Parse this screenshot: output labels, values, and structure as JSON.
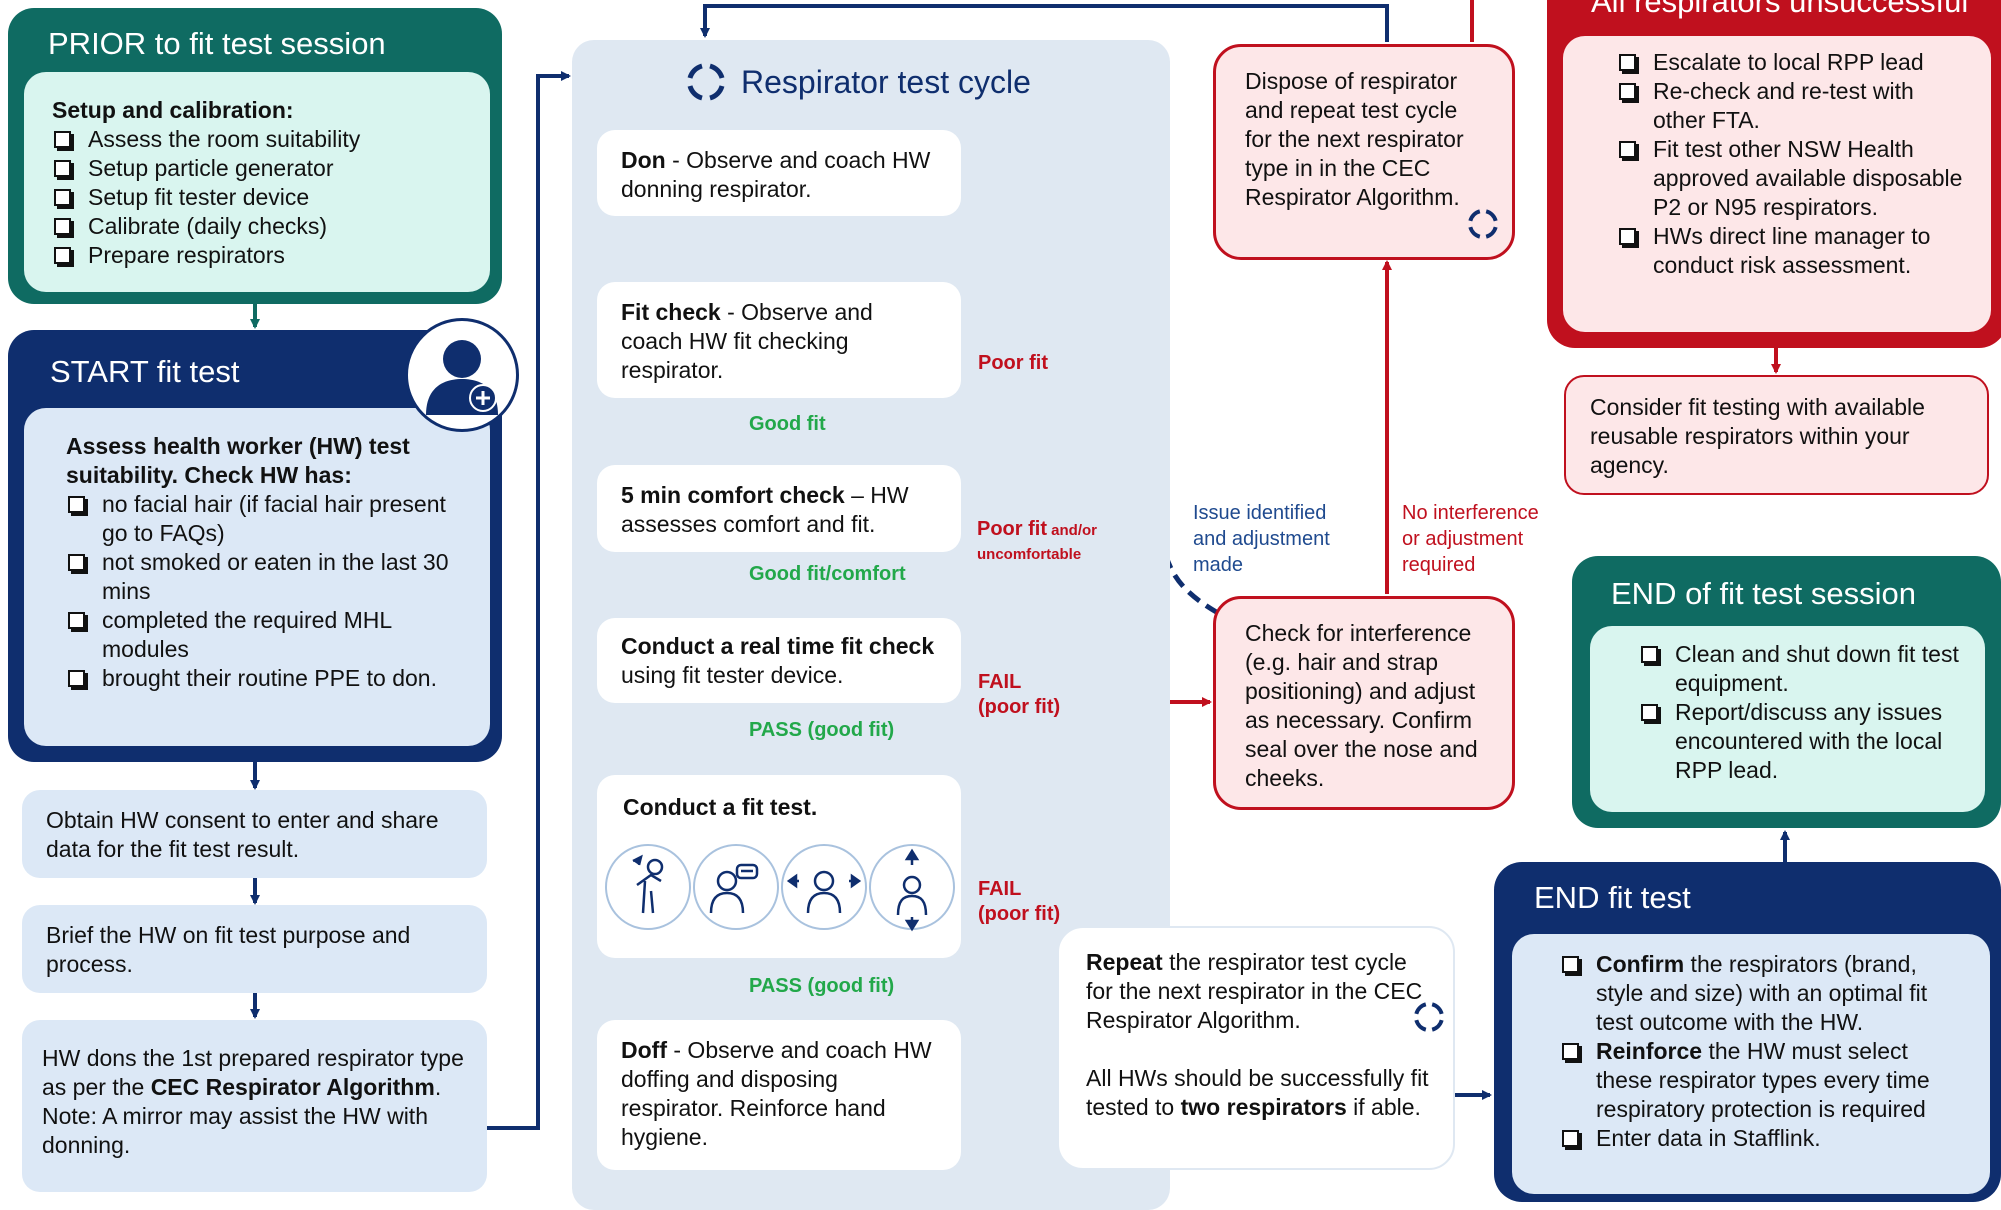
{
  "prior": {
    "title": "PRIOR to fit test session",
    "subtitle": "Setup and calibration:",
    "items": [
      "Assess the room suitability",
      "Setup particle generator",
      "Setup fit tester device",
      "Calibrate (daily checks)",
      "Prepare respirators"
    ]
  },
  "start": {
    "title": "START fit test",
    "heading": "Assess health worker (HW) test suitability. Check HW has:",
    "items": [
      "no facial hair (if facial hair present go to FAQs)",
      "not smoked or eaten in the last 30 mins",
      "completed the required MHL modules",
      "brought their routine PPE to don."
    ]
  },
  "left_steps": {
    "consent": "Obtain HW consent to enter and share data for the fit test result.",
    "brief": "Brief the HW on fit test purpose and process.",
    "dons_pre": "HW dons the 1st prepared respirator type as per the ",
    "dons_bold": "CEC Respirator Algorithm",
    "dons_post": ". Note: A mirror may assist the HW with donning."
  },
  "cycle": {
    "title": "Respirator test cycle",
    "don_bold": "Don",
    "don_text": " - Observe and coach HW donning respirator.",
    "fitcheck_bold": "Fit check",
    "fitcheck_text": " - Observe and coach HW fit checking respirator.",
    "comfort_bold": "5 min comfort check",
    "comfort_text": " – HW assesses comfort and fit.",
    "realtime_bold": "Conduct a real time fit check",
    "realtime_text": " using fit tester device.",
    "fittest": "Conduct a fit test.",
    "doff_bold": "Doff",
    "doff_text": " - Observe and coach HW doffing and disposing respirator. Reinforce hand hygiene."
  },
  "labels": {
    "good_fit": "Good fit",
    "good_fit_comfort": "Good fit/comfort",
    "pass1": "PASS (good fit)",
    "pass2": "PASS (good fit)",
    "poor_fit": "Poor fit",
    "poor_fit2": "Poor fit",
    "and_or": " and/or",
    "uncomfortable": "uncomfortable",
    "fail1_a": "FAIL",
    "fail1_b": "(poor fit)",
    "fail2_a": "FAIL",
    "fail2_b": "(poor fit)",
    "issue": "Issue identified and adjustment made",
    "nointerf": "No interference or adjustment required"
  },
  "dispose": {
    "text": "Dispose of respirator and repeat test cycle for the next respirator type in in the CEC Respirator Algorithm."
  },
  "interference": {
    "text": "Check for interference (e.g. hair and strap positioning) and adjust as necessary. Confirm seal over the nose and cheeks."
  },
  "repeat": {
    "bold1": "Repeat",
    "text1": " the respirator test cycle for the next respirator in the CEC Respirator Algorithm.",
    "text2a": "All HWs should be successfully fit tested to ",
    "bold2": "two respirators",
    "text2b": " if able."
  },
  "unsuccessful": {
    "title": "All respirators unsuccessful",
    "items": [
      "Escalate to local RPP lead",
      "Re-check and re-test with other FTA.",
      "Fit test other NSW Health approved available disposable P2 or N95 respirators.",
      "HWs direct line manager to conduct risk assessment."
    ]
  },
  "consider": {
    "text": "Consider fit testing with available reusable respirators within your agency."
  },
  "end_session": {
    "title": "END of fit test session",
    "items": [
      "Clean and shut down fit test equipment.",
      "Report/discuss any issues encountered with the local RPP lead."
    ]
  },
  "end_fit": {
    "title": "END fit test",
    "i1_bold": "Confirm",
    "i1_text": " the respirators (brand, style and size) with an optimal fit test outcome with the HW.",
    "i2_bold": "Reinforce",
    "i2_text": " the HW must select these respirator types every time respiratory protection is required",
    "i3_text": "Enter data in Stafflink."
  },
  "colors": {
    "teal": "#0f6b62",
    "mint": "#d9f5ef",
    "navy": "#0f2e6e",
    "lightblue": "#dce8f6",
    "red": "#c0101e",
    "pink": "#fde7e8",
    "cycle_bg": "#dfe8f2"
  }
}
